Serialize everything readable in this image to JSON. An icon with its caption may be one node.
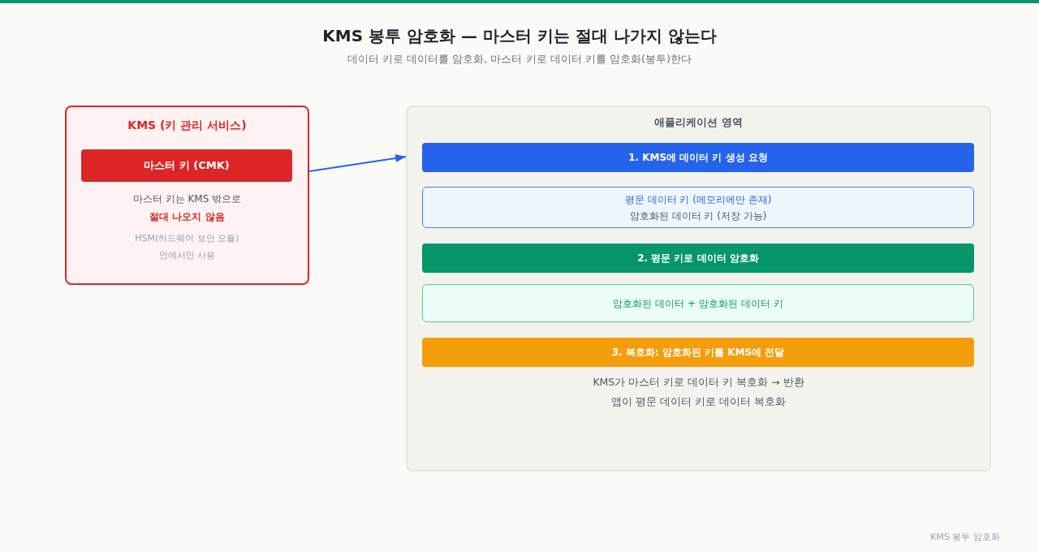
{
  "diagram": {
    "title": "KMS 봉투 암호화 — 마스터 키는 절대 나가지 않는다",
    "caption": "데이터 키로 데이터를 암호화, 마스터 키로 데이터 키를 암호화(봉투)한다",
    "nodes": [
      {
        "text": [
          "KMS (키 관리 서비스)",
          "마스터 키는 KMS 밖으로",
          "절대 나오지 않음",
          "HSM(하드웨어 보안 모듈)",
          "안에서만 사용"
        ]
      },
      {
        "text": [
          "마스터 키 (CMK)"
        ],
        "in": 0
      },
      {
        "text": [
          "애플리케이션 영역",
          "KMS가 마스터 키로 데이터 키 복호화 → 반환",
          "앱이 평문 데이터 키로 데이터 복호화"
        ]
      },
      {
        "text": [
          "1. KMS에 데이터 키 생성 요청"
        ],
        "in": 2
      },
      {
        "text": [
          "평문 데이터 키 (메모리에만 존재)",
          "암호화된 데이터 키 (저장 가능)"
        ],
        "in": 2
      },
      {
        "text": [
          "2. 평문 키로 데이터 암호화"
        ],
        "in": 2
      },
      {
        "text": [
          "암호화된 데이터 + 암호화된 데이터 키"
        ],
        "in": 2
      },
      {
        "text": [
          "3. 복호화: 암호화된 키를 KMS에 전달"
        ],
        "in": 2
      }
    ],
    "edges": [
      {
        "from": 0,
        "to": 2,
        "arrow": "to"
      }
    ],
    "labels": [
      "KMS 봉투 암호화"
    ]
  }
}
